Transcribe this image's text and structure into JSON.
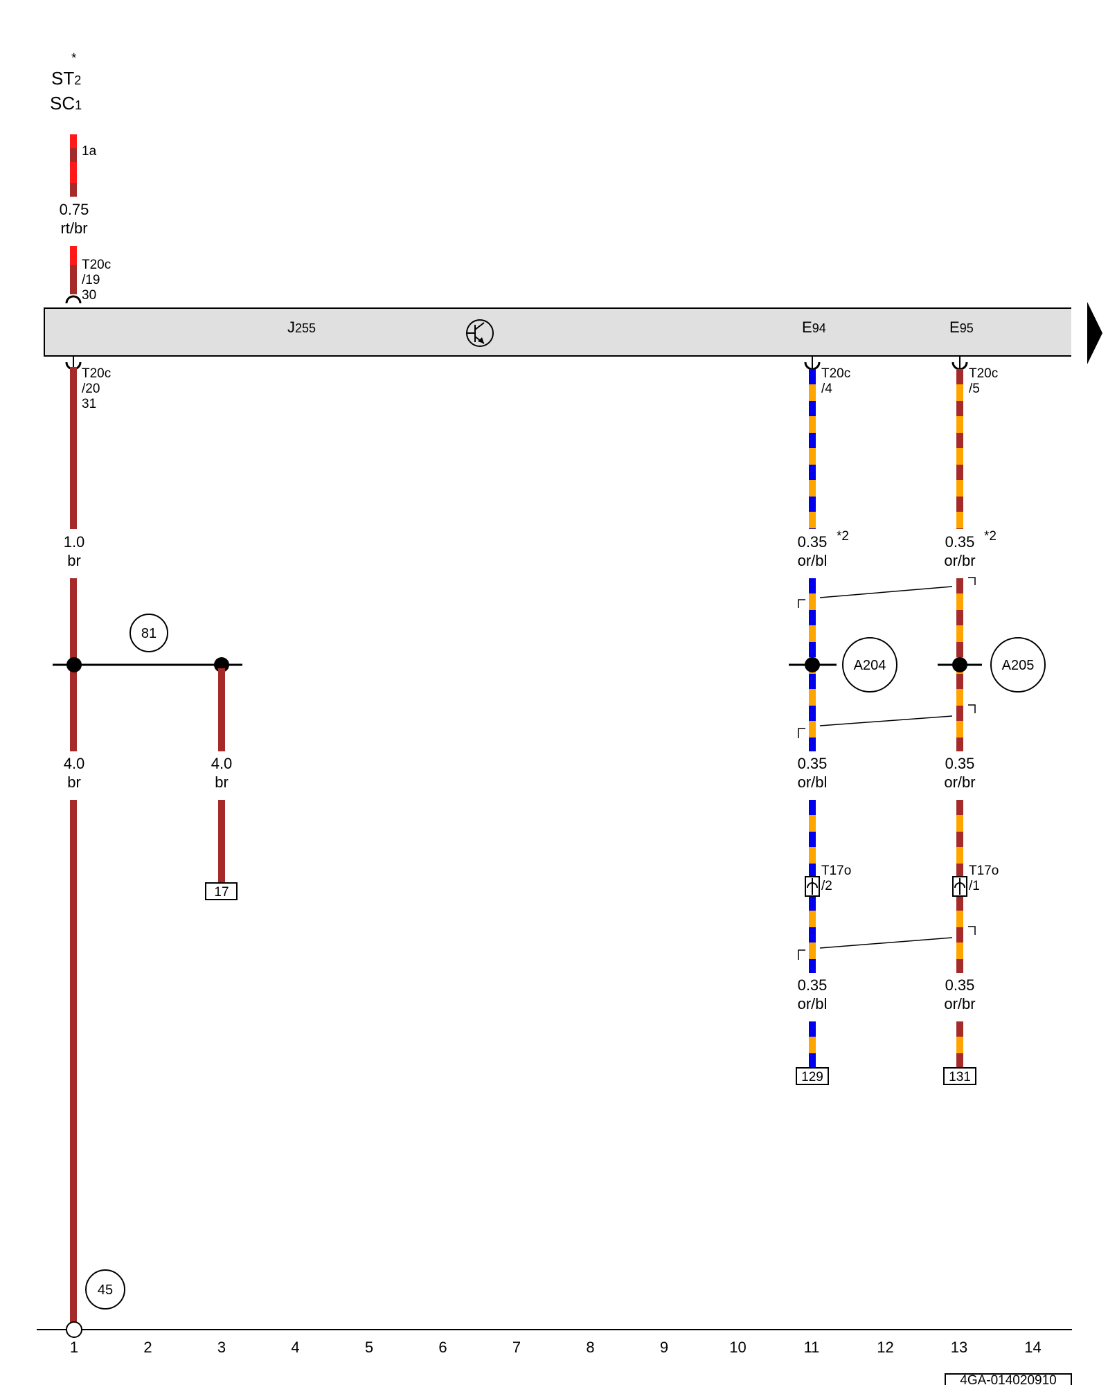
{
  "header": {
    "star": "*",
    "st_main": "ST",
    "st_sub": "2",
    "sc_main": "SC",
    "sc_sub": "1"
  },
  "fuse_label": "1a",
  "wires": {
    "w_top": {
      "size": "0.75",
      "color": "rt/br"
    },
    "w_gnd": {
      "size": "1.0",
      "color": "br"
    },
    "w_main": {
      "size": "4.0",
      "color": "br"
    },
    "w_branch": {
      "size": "4.0",
      "color": "br"
    },
    "w_e94_1": {
      "size": "0.35",
      "color": "or/bl",
      "note": "*2"
    },
    "w_e95_1": {
      "size": "0.35",
      "color": "or/br",
      "note": "*2"
    },
    "w_e94_2": {
      "size": "0.35",
      "color": "or/bl"
    },
    "w_e95_2": {
      "size": "0.35",
      "color": "or/br"
    },
    "w_e94_3": {
      "size": "0.35",
      "color": "or/bl"
    },
    "w_e95_3": {
      "size": "0.35",
      "color": "or/br"
    }
  },
  "connectors": {
    "pin_top": {
      "name": "T20c",
      "pin": "/19",
      "term": "30"
    },
    "pin_gnd": {
      "name": "T20c",
      "pin": "/20",
      "term": "31"
    },
    "pin_e94": {
      "name": "T20c",
      "pin": "/4"
    },
    "pin_e95": {
      "name": "T20c",
      "pin": "/5"
    },
    "t17o_2": {
      "name": "T17o",
      "pin": "/2"
    },
    "t17o_1": {
      "name": "T17o",
      "pin": "/1"
    }
  },
  "component": {
    "j255": {
      "main": "J",
      "sub": "255"
    },
    "e94": {
      "main": "E",
      "sub": "94"
    },
    "e95": {
      "main": "E",
      "sub": "95"
    }
  },
  "circles": {
    "c81": "81",
    "a204": "A204",
    "a205": "A205",
    "c45": "45"
  },
  "refs": {
    "r17": "17",
    "r129": "129",
    "r131": "131"
  },
  "bottom_scale": [
    "1",
    "2",
    "3",
    "4",
    "5",
    "6",
    "7",
    "8",
    "9",
    "10",
    "11",
    "12",
    "13",
    "14"
  ],
  "code": "4GA-014020910",
  "colors": {
    "brown": "#A52A2A",
    "red": "#FF1A1A",
    "orange": "#FFA500",
    "blue": "#0000EE",
    "component_fill": "#E0E0E0"
  }
}
